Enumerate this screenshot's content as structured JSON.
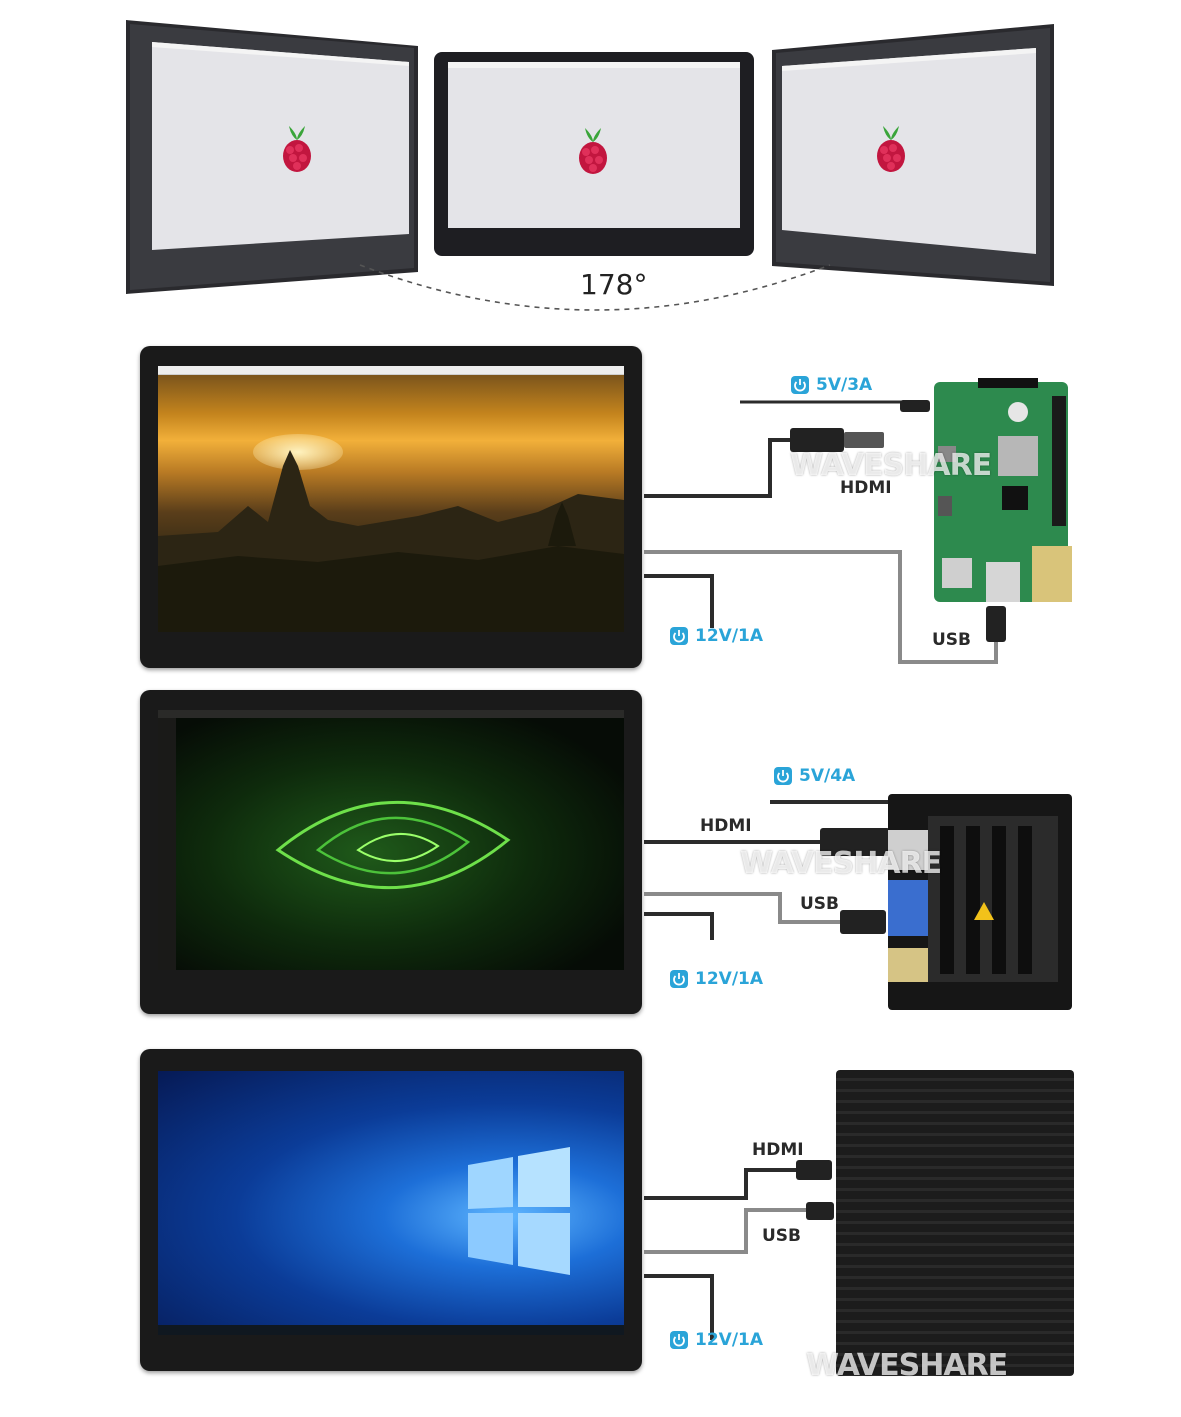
{
  "viewing_angle": "178°",
  "watermark": "WAVESHARE",
  "setups": [
    {
      "power_board": "5V/3A",
      "hdmi": "HDMI",
      "usb": "USB",
      "power_monitor": "12V/1A"
    },
    {
      "power_board": "5V/4A",
      "hdmi": "HDMI",
      "usb": "USB",
      "power_monitor": "12V/1A"
    },
    {
      "hdmi": "HDMI",
      "usb": "USB",
      "power_monitor": "12V/1A"
    }
  ],
  "colors": {
    "accent": "#2aa4d8",
    "cable": "#2b2b2b",
    "cable_usb": "#8a8a8a",
    "bezel": "#1a1a1a"
  }
}
